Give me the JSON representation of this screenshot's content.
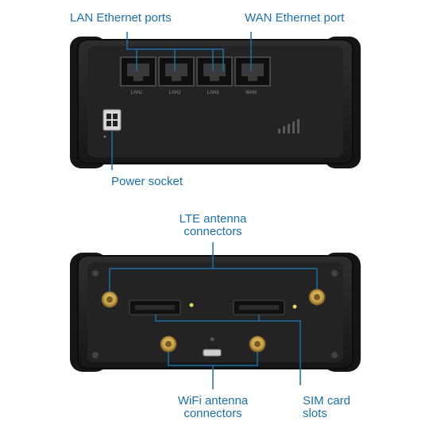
{
  "labels": {
    "lan": "LAN Ethernet ports",
    "wan": "WAN Ethernet port",
    "power": "Power socket",
    "lte_1": "LTE antenna",
    "lte_2": "connectors",
    "wifi_1": "WiFi antenna",
    "wifi_2": "connectors",
    "sim_1": "SIM card",
    "sim_2": "slots"
  },
  "port_labels": [
    "LAN1",
    "LAN2",
    "LAN3",
    "WAN"
  ],
  "colors": {
    "callout": "#1c6fa8",
    "device": "#1b1b1b",
    "panel": "#262626",
    "connector_gold": "#c9a24a"
  }
}
